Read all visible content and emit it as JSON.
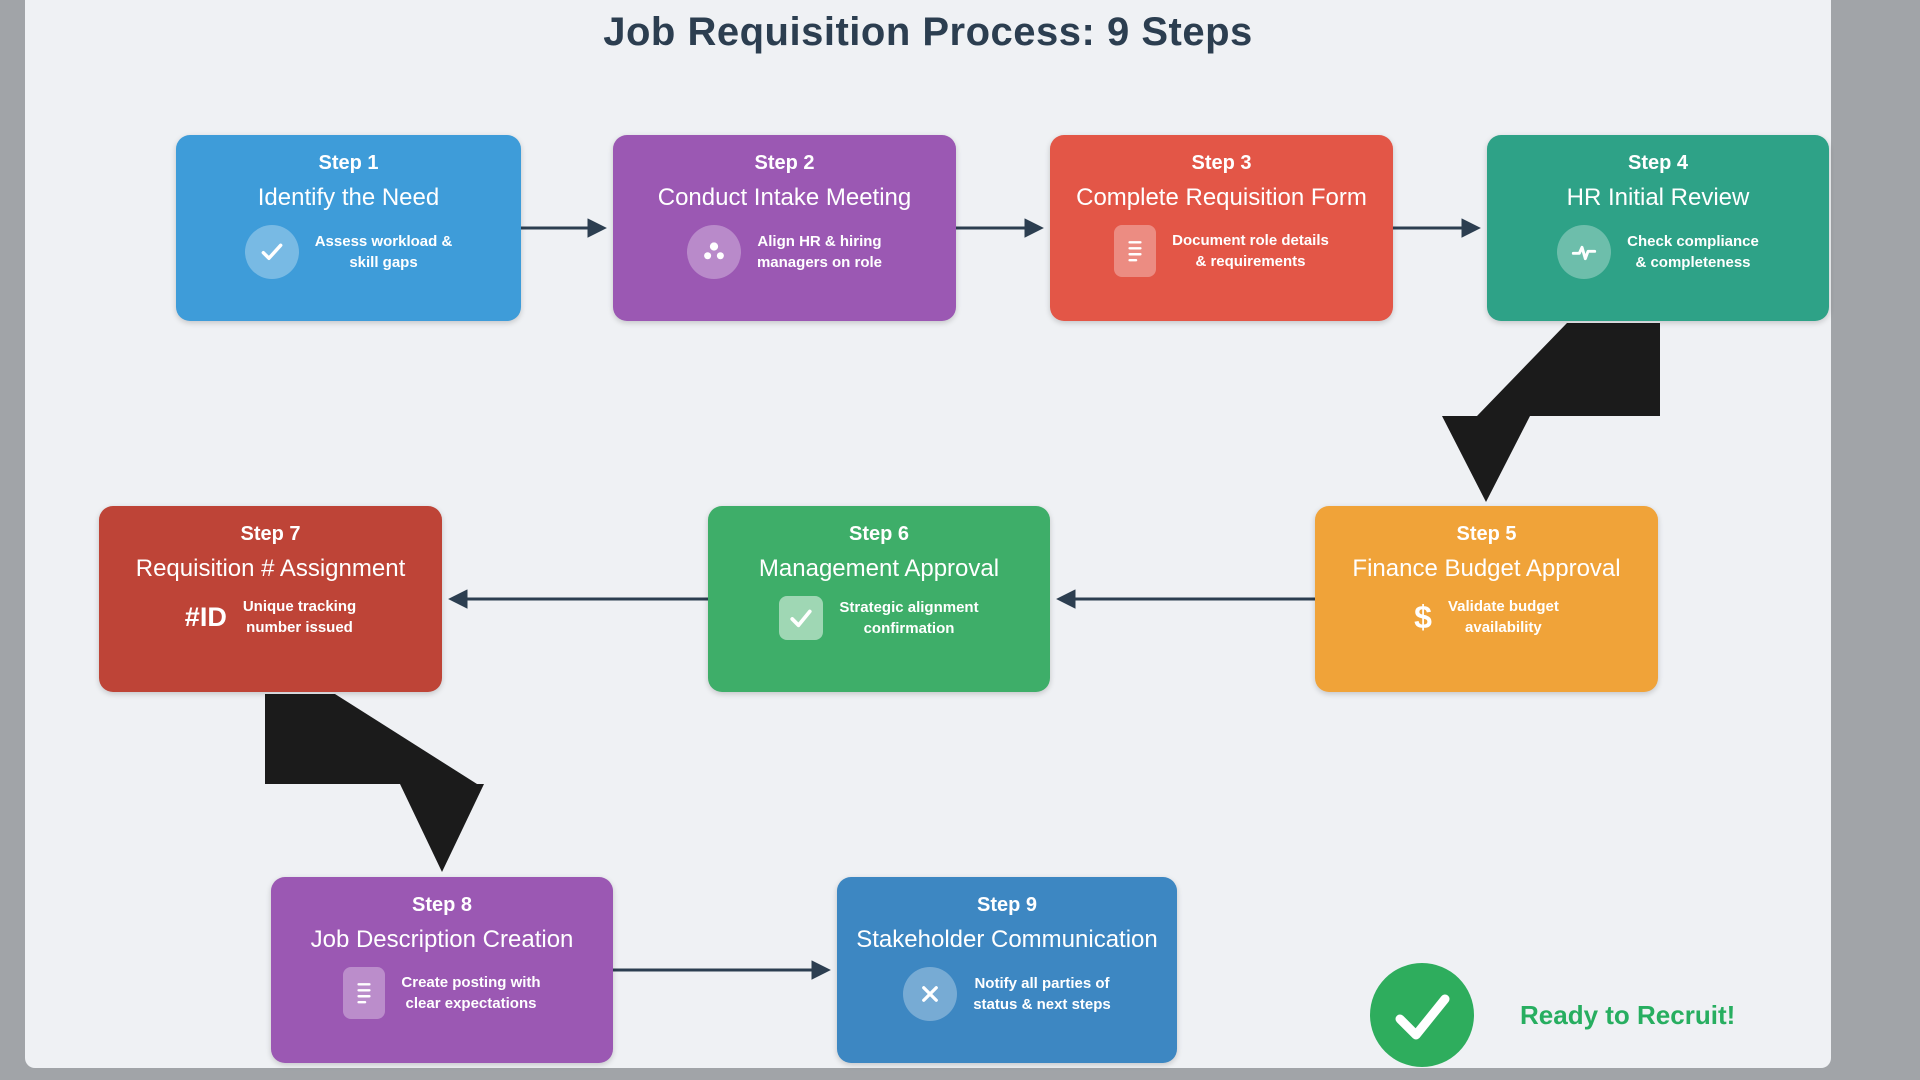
{
  "page": {
    "title": "Job Requisition Process: 9 Steps",
    "title_color": "#2c3e50",
    "canvas_bg": "#eff1f4",
    "frame_bg": "#a1a4a8",
    "arrow_color": "#2c3e50",
    "connector_color": "#1b1b1b"
  },
  "steps": [
    {
      "label": "Step 1",
      "title": "Identify the Need",
      "desc": [
        "Assess workload &",
        "skill gaps"
      ],
      "color": "#3e9cd9",
      "icon": "check-circle-icon"
    },
    {
      "label": "Step 2",
      "title": "Conduct Intake Meeting",
      "desc": [
        "Align HR & hiring",
        "managers on role"
      ],
      "color": "#9b58b3",
      "icon": "people-icon"
    },
    {
      "label": "Step 3",
      "title": "Complete Requisition Form",
      "desc": [
        "Document role details",
        "& requirements"
      ],
      "color": "#e35647",
      "icon": "document-icon"
    },
    {
      "label": "Step 4",
      "title": "HR Initial Review",
      "desc": [
        "Check compliance",
        "& completeness"
      ],
      "color": "#2ea287",
      "icon": "pulse-circle-icon"
    },
    {
      "label": "Step 5",
      "title": "Finance Budget Approval",
      "desc": [
        "Validate budget",
        "availability"
      ],
      "color": "#f0a339",
      "icon": "dollar-icon",
      "icon_text": "$"
    },
    {
      "label": "Step 6",
      "title": "Management Approval",
      "desc": [
        "Strategic alignment",
        "confirmation"
      ],
      "color": "#3eae69",
      "icon": "checkbox-check-icon"
    },
    {
      "label": "Step 7",
      "title": "Requisition # Assignment",
      "desc": [
        "Unique tracking",
        "number issued"
      ],
      "color": "#be4437",
      "icon": "id-hash-icon",
      "icon_text": "#ID"
    },
    {
      "label": "Step 8",
      "title": "Job Description Creation",
      "desc": [
        "Create posting with",
        "clear expectations"
      ],
      "color": "#9b58b3",
      "icon": "document-icon"
    },
    {
      "label": "Step 9",
      "title": "Stakeholder Communication",
      "desc": [
        "Notify all parties of",
        "status & next steps"
      ],
      "color": "#3d87c2",
      "icon": "x-circle-icon"
    }
  ],
  "footer": {
    "label": "Ready to Recruit!",
    "text_color": "#27ae60",
    "circle_color": "#2ead5d",
    "icon": "check-circle-icon"
  }
}
